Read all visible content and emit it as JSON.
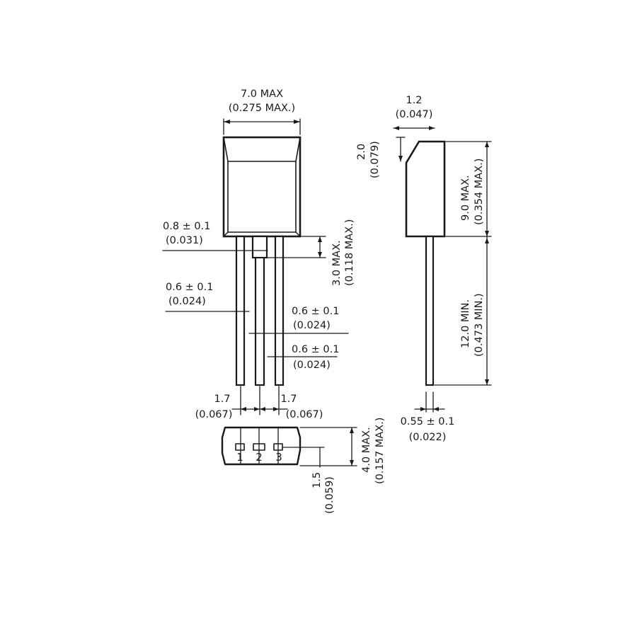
{
  "dimensions": {
    "body_width": {
      "mm": "7.0 MAX",
      "inch": "(0.275 MAX.)"
    },
    "top_thickness": {
      "mm": "1.2",
      "inch": "(0.047)"
    },
    "chamfer": {
      "mm": "2.0",
      "inch": "(0.079)"
    },
    "body_height": {
      "mm": "9.0 MAX.",
      "inch": "(0.354 MAX.)"
    },
    "lead_shoulder": {
      "mm": "0.8 ± 0.1",
      "inch": "(0.031)"
    },
    "shoulder_height": {
      "mm": "3.0 MAX.",
      "inch": "(0.118 MAX.)"
    },
    "lead_width_1": {
      "mm": "0.6 ± 0.1",
      "inch": "(0.024)"
    },
    "lead_width_2": {
      "mm": "0.6 ± 0.1",
      "inch": "(0.024)"
    },
    "lead_width_3": {
      "mm": "0.6 ± 0.1",
      "inch": "(0.024)"
    },
    "lead_length": {
      "mm": "12.0 MIN.",
      "inch": "(0.473 MIN.)"
    },
    "pitch_left": {
      "mm": "1.7",
      "inch": "(0.067)"
    },
    "pitch_right": {
      "mm": "1.7",
      "inch": "(0.067)"
    },
    "lead_thickness": {
      "mm": "0.55 ± 0.1",
      "inch": "(0.022)"
    },
    "body_depth": {
      "mm": "4.0 MAX.",
      "inch": "(0.157 MAX.)"
    },
    "lead_offset": {
      "mm": "1.5",
      "inch": "(0.059)"
    }
  },
  "pins": [
    "1",
    "2",
    "3"
  ]
}
